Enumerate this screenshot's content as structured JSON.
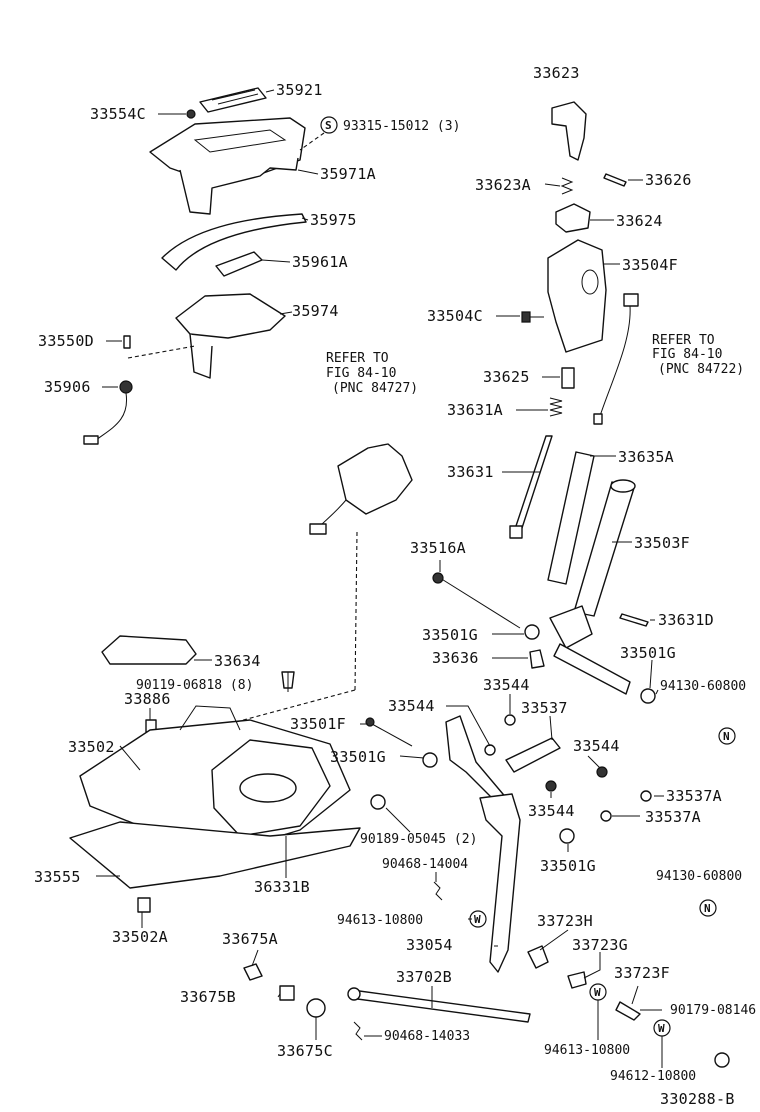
{
  "part_labels": {
    "p33623": "33623",
    "p35921": "35921",
    "p33554C": "33554C",
    "p93315": "93315-15012 (3)",
    "p35971A": "35971A",
    "p33623A": "33623A",
    "p33626": "33626",
    "p35975": "35975",
    "p33624": "33624",
    "p35961A": "35961A",
    "p33504F": "33504F",
    "p35974": "35974",
    "p33504C": "33504C",
    "p33550D": "33550D",
    "p35906": "35906",
    "p33625": "33625",
    "p33631A": "33631A",
    "p33631": "33631",
    "p33635A": "33635A",
    "p33503F": "33503F",
    "p33516A": "33516A",
    "p33631D": "33631D",
    "p33501G_a": "33501G",
    "p33636": "33636",
    "p33501G_b": "33501G",
    "p33634": "33634",
    "p33544_a": "33544",
    "p94130_a": "94130-60800",
    "p90119": "90119-06818 (8)",
    "p33886": "33886",
    "p33544_b": "33544",
    "p33537": "33537",
    "p33502": "33502",
    "p33501F": "33501F",
    "p33544_c": "33544",
    "p33501G_c": "33501G",
    "p33537A_a": "33537A",
    "p33544_d": "33544",
    "p33537A_b": "33537A",
    "p90189": "90189-05045 (2)",
    "p33501G_d": "33501G",
    "p90468_a": "90468-14004",
    "p33555": "33555",
    "p36331B": "36331B",
    "p94130_b": "94130-60800",
    "p94613_a": "94613-10800",
    "p33502A": "33502A",
    "p33723H": "33723H",
    "p33675A": "33675A",
    "p33054": "33054",
    "p33723G": "33723G",
    "p33702B": "33702B",
    "p33723F": "33723F",
    "p33675B": "33675B",
    "p90179": "90179-08146",
    "p90468_b": "90468-14033",
    "p33675C": "33675C",
    "p94613_b": "94613-10800",
    "p94612": "94612-10800",
    "diagram_code": "330288-B"
  },
  "refer_notes": {
    "note_84727": {
      "line1": "REFER TO",
      "line2": "FIG 84-10",
      "line3": "(PNC 84727)"
    },
    "note_84722": {
      "line1": "REFER TO",
      "line2": "FIG 84-10",
      "line3": "(PNC 84722)"
    }
  },
  "badges": {
    "s": "S",
    "n": "N",
    "w": "W"
  }
}
